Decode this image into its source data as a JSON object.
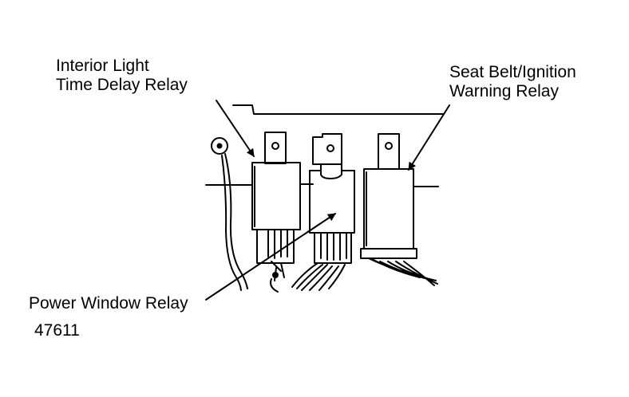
{
  "labels": {
    "interior_light_relay": [
      "Interior Light",
      "Time Delay Relay"
    ],
    "seat_belt_relay": [
      "Seat Belt/Ignition",
      "Warning Relay"
    ],
    "power_window_relay": "Power Window Relay",
    "figure_number": "47611"
  },
  "colors": {
    "ink": "#000000",
    "background": "#ffffff"
  }
}
